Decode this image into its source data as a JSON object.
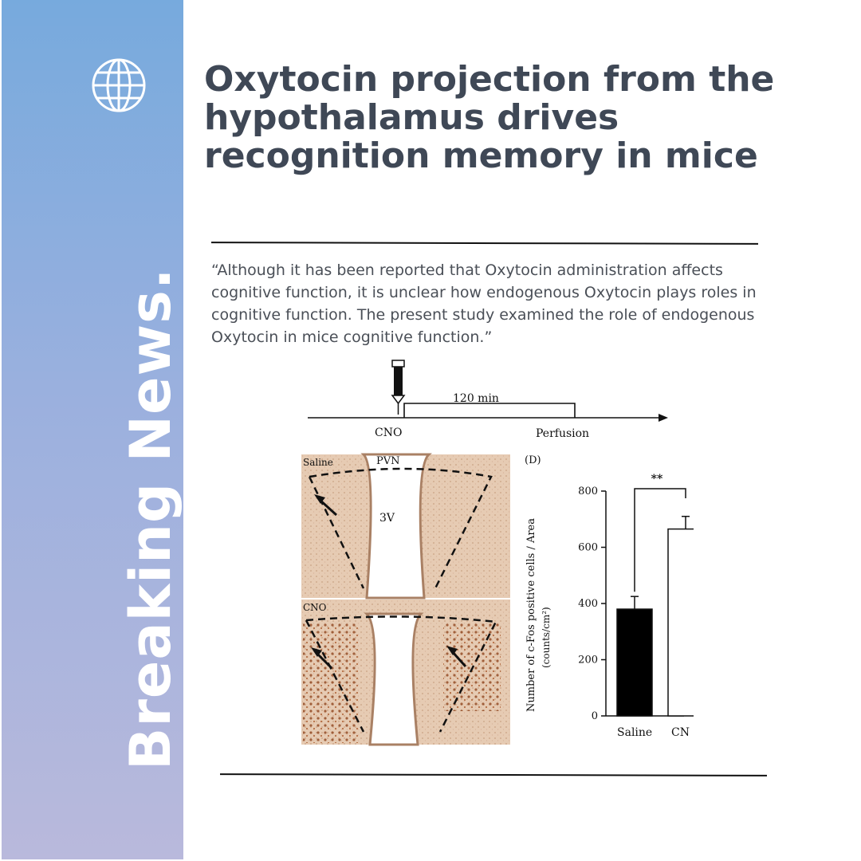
{
  "sidebar": {
    "globe_icon": "globe-icon",
    "vertical_title": "Breaking News."
  },
  "article": {
    "headline": "Oxytocin projection from the hypothalamus drives recognition memory in mice",
    "quote": "“Although it has been reported that Oxytocin administration affects cognitive function, it is unclear how endogenous Oxytocin plays roles in cognitive function. The present study examined the role of endogenous Oxytocin in mice cognitive function.”"
  },
  "figure": {
    "timeline": {
      "duration_label": "120 min",
      "start_label": "CNO",
      "end_label": "Perfusion",
      "syringe_icon": "syringe-icon"
    },
    "micrographs": {
      "top_label": "Saline",
      "region_label": "PVN",
      "ventricle_label": "3V",
      "bottom_label": "CNO"
    },
    "chart_panel_label": "(D)"
  },
  "chart_data": {
    "type": "bar",
    "categories": [
      "Saline",
      "CN"
    ],
    "values": [
      380,
      665
    ],
    "errors": [
      45,
      45
    ],
    "ylabel": "Number of c-Fos positive cells / Area (counts/cm²)",
    "ylabel_line1": "Number of c-Fos positive cells / Area",
    "ylabel_line2": "(counts/cm²)",
    "yticks": [
      "0",
      "200",
      "400",
      "600",
      "800"
    ],
    "ylim": [
      0,
      800
    ],
    "significance_label": "**",
    "colors": [
      "#000000",
      "#ffffff"
    ]
  }
}
